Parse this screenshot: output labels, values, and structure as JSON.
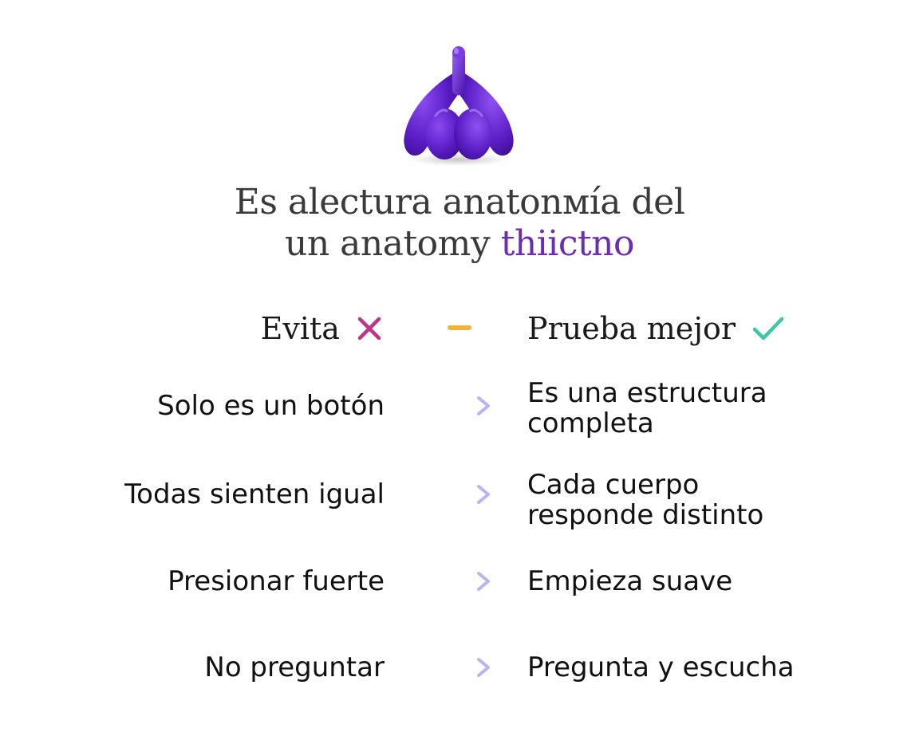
{
  "title": {
    "line1": "Es alectura anatonмía del",
    "line2_main": "un anatomy ",
    "line2_accent": "thiictno"
  },
  "columns": {
    "left_header": "Evita",
    "right_header": "Prueba mejor"
  },
  "colors": {
    "accent_purple": "#6a2fb0",
    "cross_pink": "#c2348a",
    "check_teal": "#3cc7a6",
    "dash_orange": "#f2b13b",
    "arrow_lavender": "#b8b4f4"
  },
  "icons": {
    "hero": "anatomy-model-icon",
    "avoid": "cross-icon",
    "better": "check-icon",
    "separator": "dash-icon",
    "row_arrow": "arrow-right-icon"
  },
  "rows": [
    {
      "avoid": "Solo es un botón",
      "better_line1": "Es una estructura",
      "better_line2": "completa"
    },
    {
      "avoid": "Todas sienten igual",
      "better_line1": "Cada cuerpo",
      "better_line2": "responde distinto"
    },
    {
      "avoid": "Presionar fuerte",
      "better_line1": "Empieza suave",
      "better_line2": ""
    },
    {
      "avoid": "No preguntar",
      "better_line1": "Pregunta y escucha",
      "better_line2": ""
    }
  ]
}
